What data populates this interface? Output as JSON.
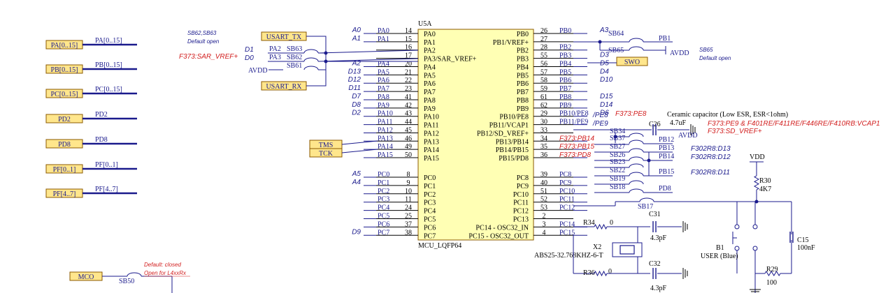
{
  "bus_ports": [
    {
      "port": "PA[0..15]",
      "net": "PA[0..15]"
    },
    {
      "port": "PB[0..15]",
      "net": "PB[0..15]"
    },
    {
      "port": "PC[0..15]",
      "net": "PC[0..15]"
    },
    {
      "port": "PD2",
      "net": "PD2"
    },
    {
      "port": "PD8",
      "net": "PD8"
    },
    {
      "port": "PF[0..1]",
      "net": "PF[0..1]"
    },
    {
      "port": "PF[4..7]",
      "net": "PF[4..7]"
    }
  ],
  "mcu": {
    "ref": "U5A",
    "name": "MCU_LQFP64",
    "left_pins": [
      {
        "name": "PA0",
        "num": "14",
        "net": "PA0",
        "alt": "A0"
      },
      {
        "name": "PA1",
        "num": "15",
        "net": "PA1",
        "alt": "A1"
      },
      {
        "name": "PA2",
        "num": "16",
        "net": "",
        "alt": ""
      },
      {
        "name": "PA3/SAR_VREF+",
        "num": "17",
        "net": "",
        "alt": ""
      },
      {
        "name": "PA4",
        "num": "20",
        "net": "PA4",
        "alt": "A2"
      },
      {
        "name": "PA5",
        "num": "21",
        "net": "PA5",
        "alt": "D13"
      },
      {
        "name": "PA6",
        "num": "22",
        "net": "PA6",
        "alt": "D12"
      },
      {
        "name": "PA7",
        "num": "23",
        "net": "PA7",
        "alt": "D11"
      },
      {
        "name": "PA8",
        "num": "41",
        "net": "PA8",
        "alt": "D7"
      },
      {
        "name": "PA9",
        "num": "42",
        "net": "PA9",
        "alt": "D8"
      },
      {
        "name": "PA10",
        "num": "43",
        "net": "PA10",
        "alt": "D2"
      },
      {
        "name": "PA11",
        "num": "44",
        "net": "PA11",
        "alt": ""
      },
      {
        "name": "PA12",
        "num": "45",
        "net": "PA12",
        "alt": ""
      },
      {
        "name": "PA13",
        "num": "46",
        "net": "PA13",
        "alt": ""
      },
      {
        "name": "PA14",
        "num": "49",
        "net": "PA14",
        "alt": ""
      },
      {
        "name": "PA15",
        "num": "50",
        "net": "PA15",
        "alt": ""
      },
      {
        "name": "PC0",
        "num": "8",
        "net": "PC0",
        "alt": "A5"
      },
      {
        "name": "PC1",
        "num": "9",
        "net": "PC1",
        "alt": "A4"
      },
      {
        "name": "PC2",
        "num": "10",
        "net": "PC2",
        "alt": ""
      },
      {
        "name": "PC3",
        "num": "11",
        "net": "PC3",
        "alt": ""
      },
      {
        "name": "PC4",
        "num": "24",
        "net": "PC4",
        "alt": ""
      },
      {
        "name": "PC5",
        "num": "25",
        "net": "PC5",
        "alt": ""
      },
      {
        "name": "PC6",
        "num": "37",
        "net": "PC6",
        "alt": ""
      },
      {
        "name": "PC7",
        "num": "38",
        "net": "PC7",
        "alt": "D9"
      }
    ],
    "right_pins": [
      {
        "name": "PB0",
        "num": "26",
        "net": "PB0",
        "alt": "A3"
      },
      {
        "name": "PB1/VREF+",
        "num": "27",
        "net": "",
        "alt": ""
      },
      {
        "name": "PB2",
        "num": "28",
        "net": "PB2",
        "alt": ""
      },
      {
        "name": "PB3",
        "num": "55",
        "net": "PB3",
        "alt": "D3"
      },
      {
        "name": "PB4",
        "num": "56",
        "net": "PB4",
        "alt": "D5"
      },
      {
        "name": "PB5",
        "num": "57",
        "net": "PB5",
        "alt": "D4"
      },
      {
        "name": "PB6",
        "num": "58",
        "net": "PB6",
        "alt": "D10"
      },
      {
        "name": "PB7",
        "num": "59",
        "net": "PB7",
        "alt": ""
      },
      {
        "name": "PB8",
        "num": "61",
        "net": "PB8",
        "alt": "D15"
      },
      {
        "name": "PB9",
        "num": "62",
        "net": "PB9",
        "alt": "D14"
      },
      {
        "name": "PB10/PE8",
        "num": "29",
        "net": "PB10/PE8",
        "alt": "D6"
      },
      {
        "name": "PB11/VCAP1",
        "num": "30",
        "net": "PB11/PE9",
        "alt": ""
      },
      {
        "name": "PB12/SD_VREF+",
        "num": "33",
        "net": "",
        "alt": ""
      },
      {
        "name": "PB13/PB14",
        "num": "34",
        "net": "F373:PB14",
        "alt": ""
      },
      {
        "name": "PB14/PB15",
        "num": "35",
        "net": "F373:PB15",
        "alt": ""
      },
      {
        "name": "PB15/PD8",
        "num": "36",
        "net": "F373:PD8",
        "alt": ""
      },
      {
        "name": "PC8",
        "num": "39",
        "net": "PC8",
        "alt": ""
      },
      {
        "name": "PC9",
        "num": "40",
        "net": "PC9",
        "alt": ""
      },
      {
        "name": "PC10",
        "num": "51",
        "net": "PC10",
        "alt": ""
      },
      {
        "name": "PC11",
        "num": "52",
        "net": "PC11",
        "alt": ""
      },
      {
        "name": "PC12",
        "num": "53",
        "net": "PC12",
        "alt": ""
      },
      {
        "name": "PC13",
        "num": "2",
        "net": "",
        "alt": ""
      },
      {
        "name": "PC14 - OSC32_IN",
        "num": "3",
        "net": "PC14",
        "alt": ""
      },
      {
        "name": "PC15 - OSC32_OUT",
        "num": "4",
        "net": "PC15",
        "alt": ""
      }
    ]
  },
  "usart": {
    "tx": "USART_TX",
    "rx": "USART_RX"
  },
  "left_misc": {
    "sb_note1": "SB62,SB63",
    "sb_note2": "Default open",
    "d1": "D1",
    "d0": "D0",
    "f373_sar": "F373:SAR_VREF+",
    "pa2_net": "PA2",
    "pa3_net": "PA3",
    "sb63": "SB63",
    "sb62": "SB62",
    "sb61": "SB61",
    "avdd": "AVDD"
  },
  "debug_ports": {
    "tms": "TMS",
    "tck": "TCK"
  },
  "right_misc": {
    "sb64": "SB64",
    "sb65": "SB65",
    "pb1": "PB1",
    "avdd": "AVDD",
    "sb65_note1": "SB65",
    "sb65_note2": "Default open",
    "swo": "SWO",
    "pb10_alt": "/PE8",
    "pb11_alt": "/PE9",
    "f373_pe8": "F373:PE8",
    "cap_note": "Ceramic capacitor (Low ESR, ESR<1ohm)",
    "c26": "C26",
    "c26_val": "4.7uF",
    "c26_avdd": "AVDD",
    "f373_pe9": "F373:PE9 & F401RE/F411RE/F446RE/F410RB:VCAP1",
    "f373_sd": "F373:SD_VREF+",
    "sb34": "SB34",
    "sb37": "SB37",
    "sb27": "SB27",
    "sb26": "SB26",
    "sb23": "SB23",
    "sb22": "SB22",
    "sb19": "SB19",
    "sb18": "SB18",
    "sb17": "SB17",
    "pb12": "PB12",
    "pb13": "PB13",
    "pb14": "PB14",
    "pb15": "PB15",
    "pd8": "PD8",
    "f302_d13": "F302R8:D13",
    "f302_d12": "F302R8:D12",
    "f302_d11": "F302R8:D11"
  },
  "oscillator": {
    "r34": "R34",
    "r34_val": "0",
    "r36": "R36",
    "r36_val": "0",
    "c31": "C31",
    "c31_val": "4.3pF",
    "c32": "C32",
    "c32_val": "4.3pF",
    "x2": "X2",
    "x2_part": "ABS25-32.768KHZ-6-T"
  },
  "user_button": {
    "vdd": "VDD",
    "r30": "R30",
    "r30_val": "4K7",
    "b1": "B1",
    "b1_desc": "USER (Blue)",
    "c15": "C15",
    "c15_val": "100nF",
    "r29": "R29",
    "r29_val": "100"
  },
  "mco": {
    "label": "MCO",
    "sb50": "SB50",
    "note1": "Default: closed",
    "note2": "Open for L4xxRx"
  },
  "colors": {
    "wire": "#1a1a8c",
    "mcu_fill": "#ffffb4",
    "port_fill": "#ffe68c",
    "annotation_red": "#d21f1f",
    "bus": "#1a1a8c"
  }
}
